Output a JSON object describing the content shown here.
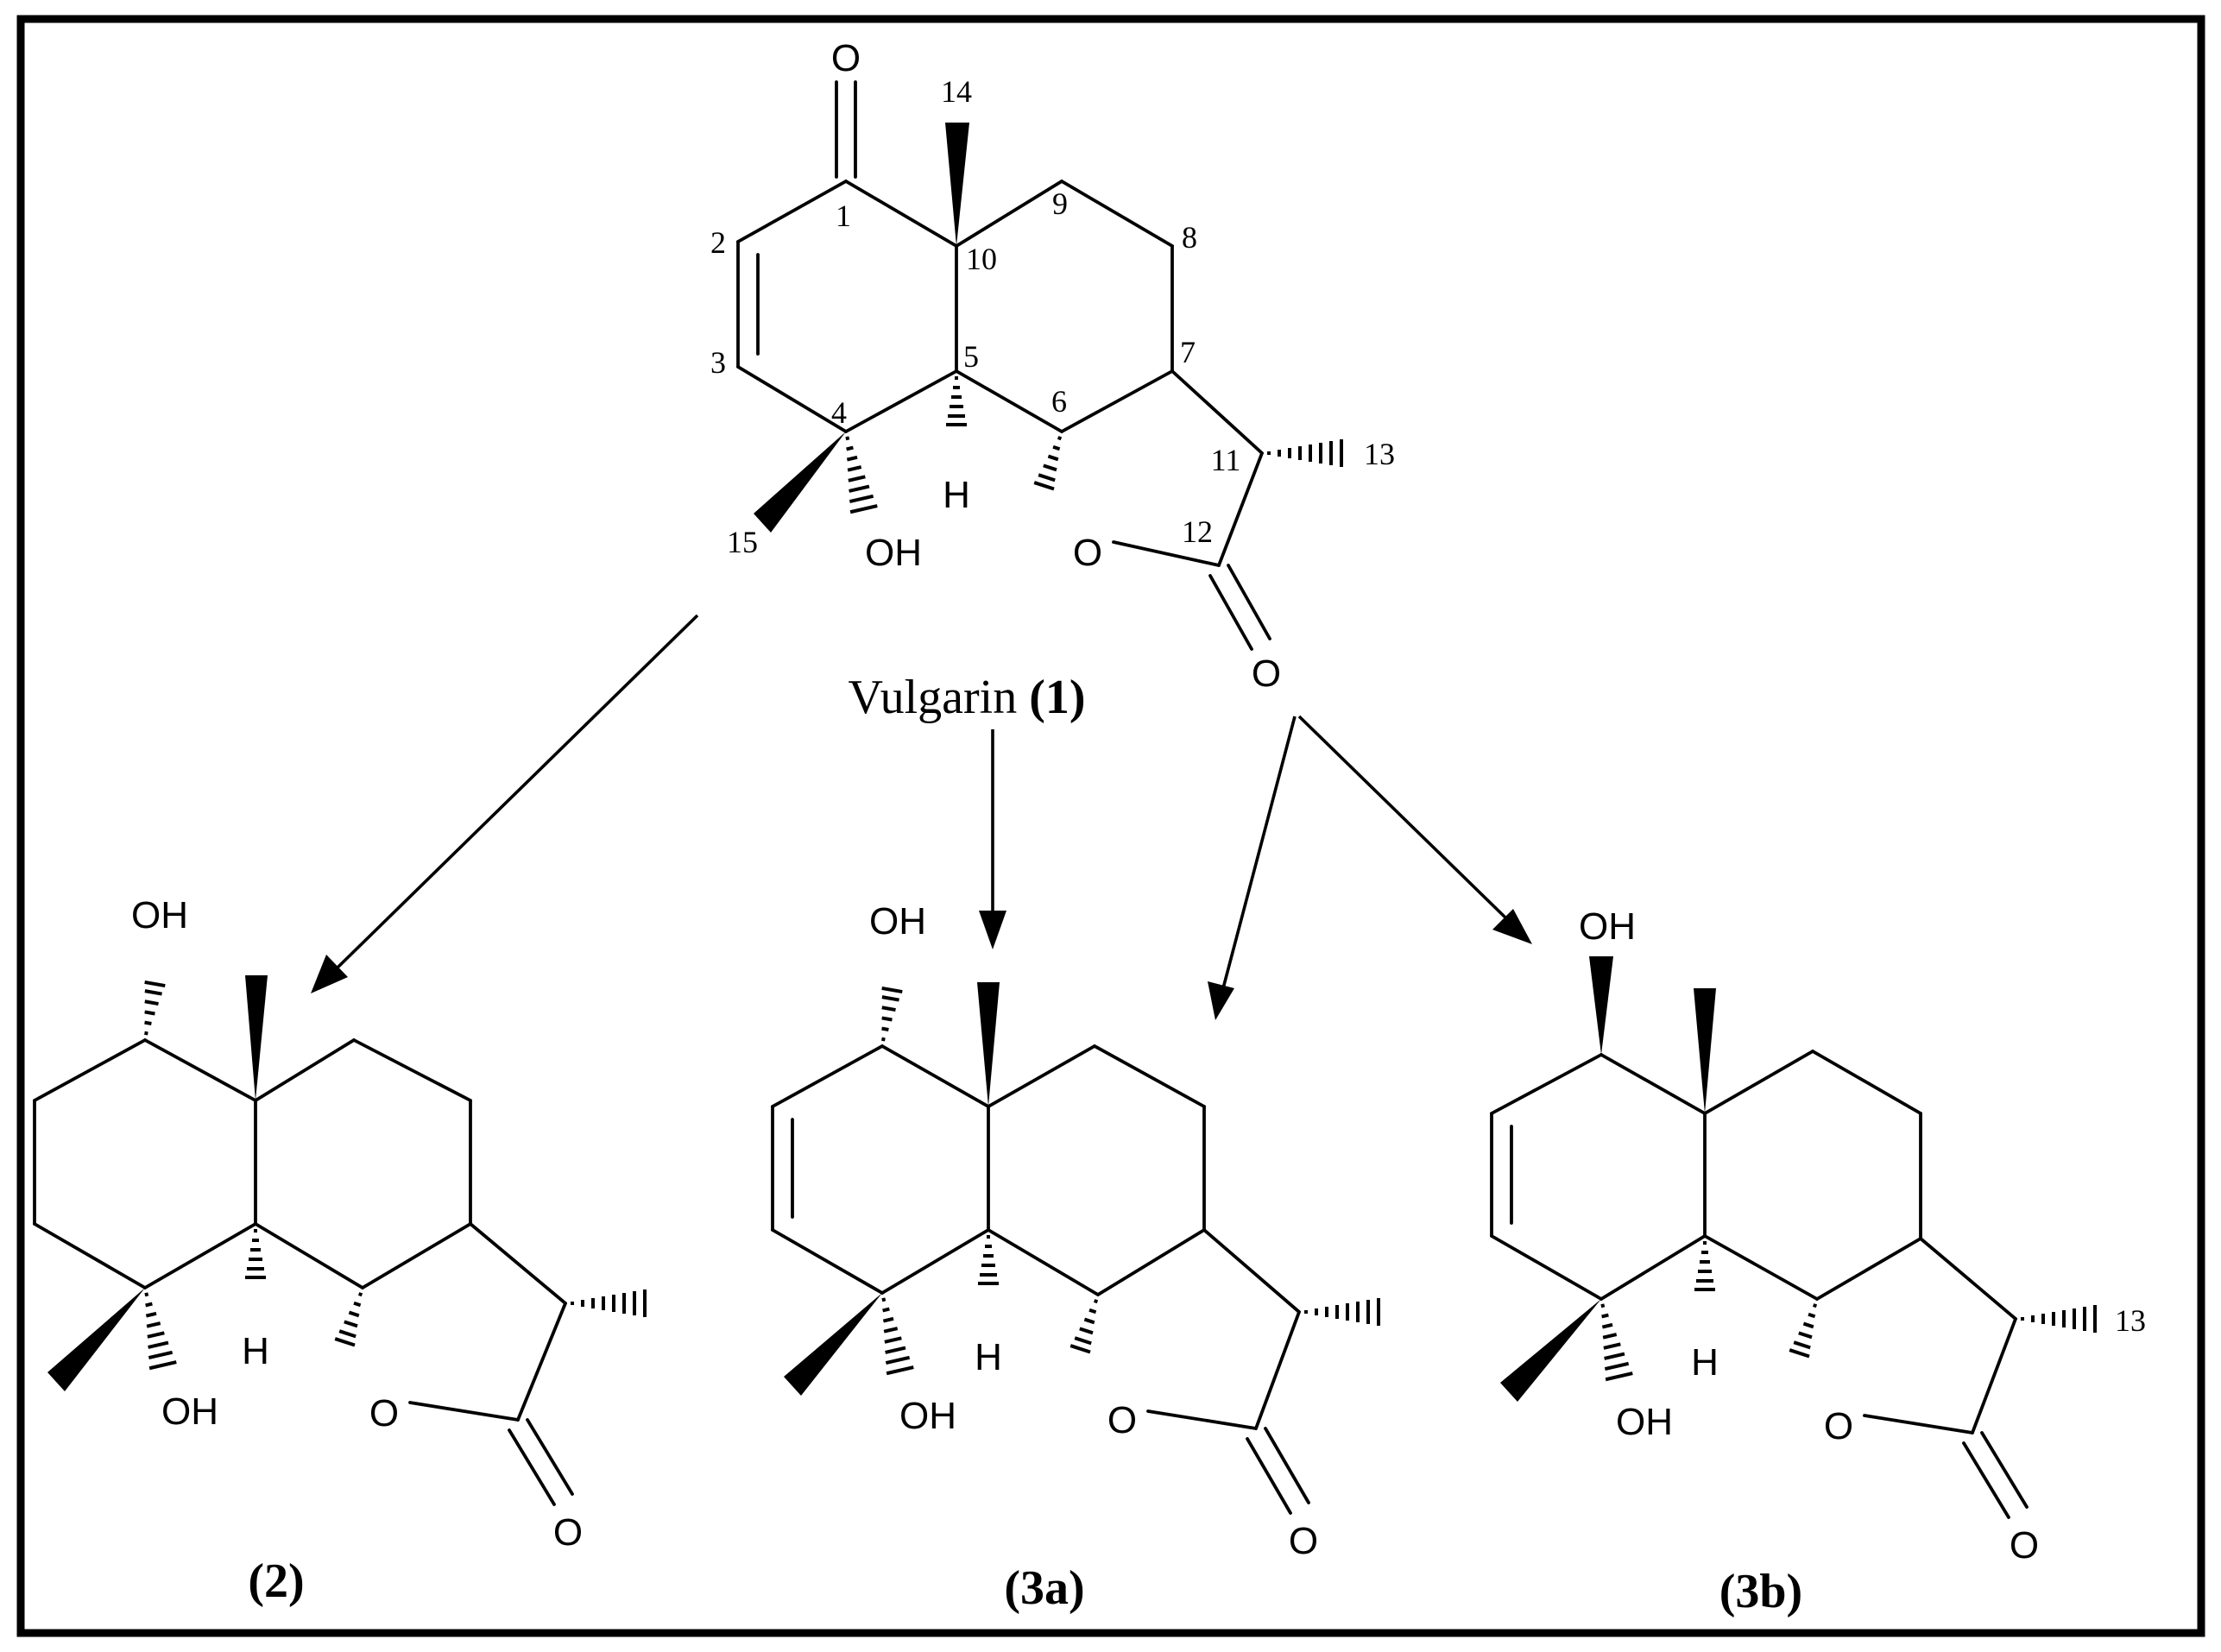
{
  "frame_color": "#000000",
  "vulgarin": {
    "name": "Vulgarin",
    "number": "(1)",
    "atoms": {
      "o_ketone": "O",
      "oh": "OH",
      "h": "H",
      "o_ring": "O",
      "o_carbonyl": "O"
    },
    "numbers": [
      "1",
      "2",
      "3",
      "4",
      "5",
      "6",
      "7",
      "8",
      "9",
      "10",
      "11",
      "12",
      "13",
      "14",
      "15"
    ]
  },
  "product_2": {
    "label": "(2)",
    "atoms": {
      "oh_top": "OH",
      "oh_bottom": "OH",
      "h": "H",
      "o_ring": "O",
      "o_carbonyl": "O"
    }
  },
  "product_3a": {
    "label": "(3a)",
    "atoms": {
      "oh_top": "OH",
      "oh_bottom": "OH",
      "h": "H",
      "o_ring": "O",
      "o_carbonyl": "O"
    }
  },
  "product_3b": {
    "label": "(3b)",
    "atoms": {
      "oh_top": "OH",
      "oh_bottom": "OH",
      "h": "H",
      "o_ring": "O",
      "o_carbonyl": "O"
    },
    "numbers": [
      "13"
    ]
  }
}
